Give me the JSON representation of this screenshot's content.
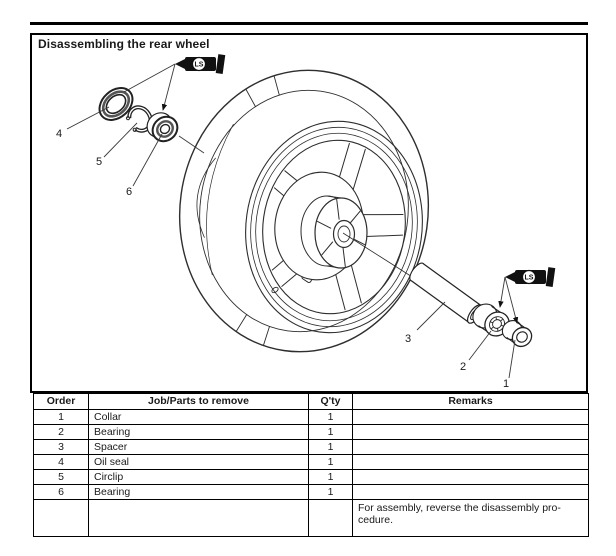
{
  "page": {
    "title": "Disassembling the rear wheel"
  },
  "colors": {
    "ink": "#1a1a1a",
    "paper": "#ffffff"
  },
  "diagram": {
    "grease_label": "LS",
    "callouts": {
      "c1": "1",
      "c2": "2",
      "c3": "3",
      "c4": "4",
      "c5": "5",
      "c6": "6"
    }
  },
  "table": {
    "headers": {
      "order": "Order",
      "job": "Job/Parts to remove",
      "qty": "Q'ty",
      "remarks": "Remarks"
    },
    "rows": [
      {
        "order": "1",
        "job": "Collar",
        "qty": "1",
        "remarks": ""
      },
      {
        "order": "2",
        "job": "Bearing",
        "qty": "1",
        "remarks": ""
      },
      {
        "order": "3",
        "job": "Spacer",
        "qty": "1",
        "remarks": ""
      },
      {
        "order": "4",
        "job": "Oil seal",
        "qty": "1",
        "remarks": ""
      },
      {
        "order": "5",
        "job": "Circlip",
        "qty": "1",
        "remarks": ""
      },
      {
        "order": "6",
        "job": "Bearing",
        "qty": "1",
        "remarks": ""
      },
      {
        "order": "",
        "job": "",
        "qty": "",
        "remarks": "For assembly, reverse the disassembly pro-\ncedure."
      }
    ]
  }
}
